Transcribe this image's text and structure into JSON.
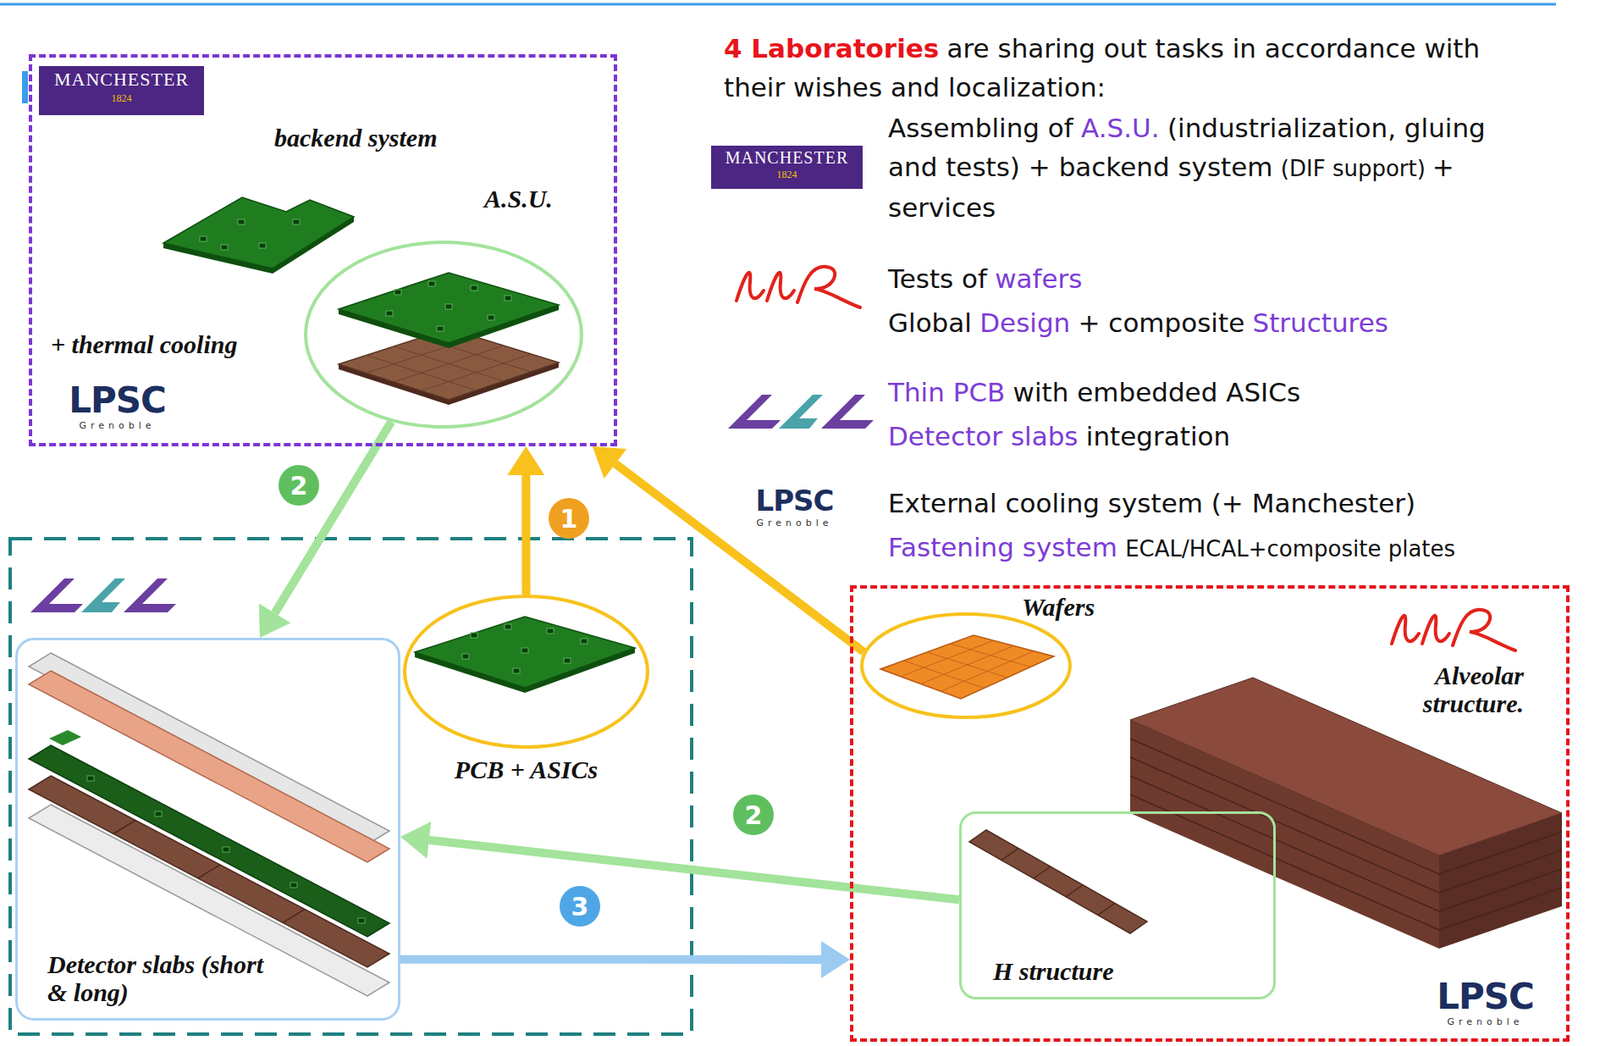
{
  "diagram": {
    "nodes": [
      {
        "text": [
          "backend system",
          "+ thermal cooling"
        ]
      },
      {
        "text": [
          "A.S.U."
        ],
        "in": 0
      },
      {
        "text": [
          "PCB + ASICs"
        ]
      },
      {
        "text": [
          "Detector slabs (short & long)"
        ]
      },
      {
        "text": [
          "Alveolar structure."
        ]
      },
      {
        "text": [
          "Wafers"
        ],
        "in": 4
      },
      {
        "text": [
          "H structure"
        ],
        "in": 4
      }
    ],
    "edges": [
      {
        "from": 2,
        "to": 0,
        "arrow": "to",
        "label": "1"
      },
      {
        "from": 5,
        "to": 0,
        "arrow": "to"
      },
      {
        "from": 1,
        "to": 3,
        "arrow": "to",
        "label": "2"
      },
      {
        "from": 6,
        "to": 3,
        "arrow": "to",
        "label": "2"
      },
      {
        "from": 3,
        "to": 4,
        "arrow": "to",
        "label": "3"
      }
    ],
    "labels": [
      "MANCHESTER",
      "1824",
      "LPSC",
      "Grenoble",
      "4 Laboratories",
      "are sharing out tasks in accordance with their wishes and localization:",
      "MANCHESTER",
      "1824",
      "Assembling of",
      "A.S.U.",
      "(industrialization, gluing and tests) + backend system",
      "(DIF support)",
      "+ services",
      "Tests of",
      "wafers",
      "Global",
      "Design",
      "+ composite",
      "Structures",
      "Thin PCB",
      "with embedded ASICs",
      "Detector slabs",
      "integration",
      "LPSC",
      "Grenoble",
      "External cooling system (+ Manchester)",
      "Fastening system",
      "ECAL/HCAL+composite plates",
      "LPSC",
      "Grenoble"
    ]
  }
}
